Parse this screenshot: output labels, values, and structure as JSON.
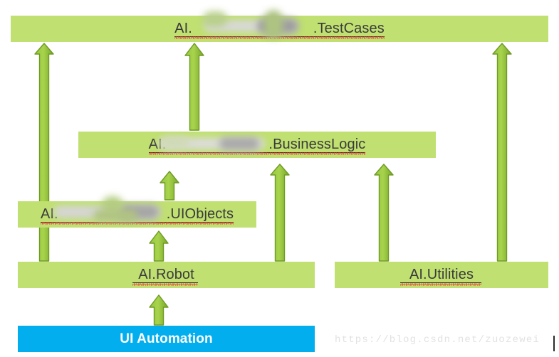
{
  "diagram": {
    "title": "UI Automation layered architecture",
    "colors": {
      "layer_green": "#c0e071",
      "base_blue": "#03aeef",
      "arrow_fill": "#8cc63f",
      "arrow_stroke": "#6f9a24",
      "label_text": "#3b3b3b",
      "base_text": "#ffffff",
      "spellcheck_red": "#ef3b2b",
      "watermark_gray": "#e2e2e2"
    },
    "layers": [
      {
        "id": "testcases",
        "prefix": "AI.",
        "redacted": true,
        "suffix": ".TestCases",
        "full_label": "AI..TestCases",
        "level": 5,
        "kind": "green"
      },
      {
        "id": "businesslogic",
        "prefix": "AI.",
        "redacted": true,
        "suffix": ".BusinessLogic",
        "full_label": "AI..BusinessLogic",
        "level": 4,
        "kind": "green"
      },
      {
        "id": "uiobjects",
        "prefix": "AI.",
        "redacted": true,
        "suffix": ".UIObjects",
        "full_label": "AI..UIObjects",
        "level": 3,
        "kind": "green"
      },
      {
        "id": "robot",
        "prefix": "",
        "redacted": false,
        "suffix": "AI.Robot",
        "full_label": "AI.Robot",
        "level": 2,
        "kind": "green"
      },
      {
        "id": "utilities",
        "prefix": "",
        "redacted": false,
        "suffix": "AI.Utilities",
        "full_label": "AI.Utilities",
        "level": 2,
        "kind": "green"
      },
      {
        "id": "uiautomation",
        "prefix": "",
        "redacted": false,
        "suffix": "UI Automation",
        "full_label": "UI Automation",
        "level": 1,
        "kind": "blue"
      }
    ],
    "arrows": [
      {
        "id": "robot-to-testcases",
        "from": "robot",
        "to": "testcases",
        "direction": "up"
      },
      {
        "id": "businesslogic-to-testcases",
        "from": "businesslogic",
        "to": "testcases",
        "direction": "up"
      },
      {
        "id": "utilities-to-testcases",
        "from": "utilities",
        "to": "testcases",
        "direction": "up"
      },
      {
        "id": "uiobjects-to-businesslogic",
        "from": "uiobjects",
        "to": "businesslogic",
        "direction": "up"
      },
      {
        "id": "robot-to-businesslogic",
        "from": "robot",
        "to": "businesslogic",
        "direction": "up"
      },
      {
        "id": "utilities-to-businesslogic",
        "from": "utilities",
        "to": "businesslogic",
        "direction": "up"
      },
      {
        "id": "robot-to-uiobjects",
        "from": "robot",
        "to": "uiobjects",
        "direction": "up"
      },
      {
        "id": "uiautomation-to-robot",
        "from": "uiautomation",
        "to": "robot",
        "direction": "up"
      }
    ]
  },
  "watermark": {
    "text": "https://blog.csdn.net/zuozewei"
  }
}
